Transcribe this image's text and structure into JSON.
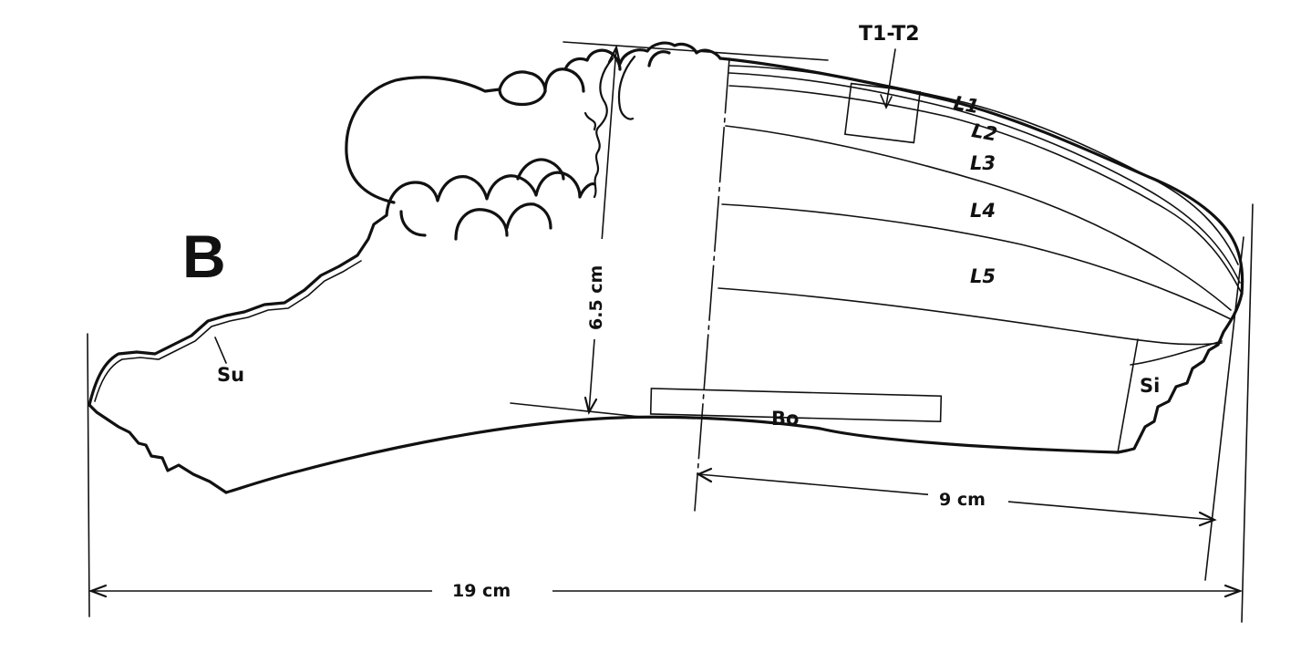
{
  "panel_letter": "B",
  "labels": {
    "transect": "T1-T2",
    "layer_1": "L1",
    "layer_2": "L2",
    "layer_3": "L3",
    "layer_4": "L4",
    "layer_5": "L5",
    "su": "Su",
    "si": "Si",
    "bo": "Bo"
  },
  "dimensions": {
    "height": "6.5 cm",
    "width_right": "9 cm",
    "total_length": "19 cm"
  }
}
